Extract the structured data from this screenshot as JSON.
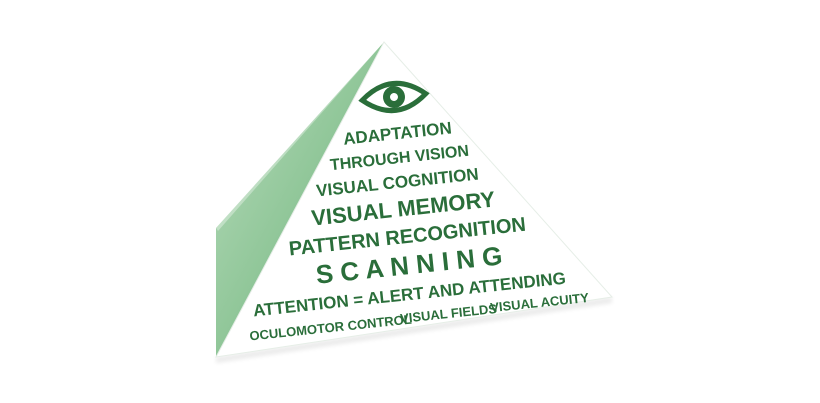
{
  "colors": {
    "text": "#2a6e3a",
    "face": "#ffffff",
    "side_light": "#b8dcbc",
    "side_dark": "#5a9e63",
    "eye": "#2a6e3a"
  },
  "eye_icon": "eye-icon",
  "levels": [
    {
      "id": "adaptation",
      "text": "ADAPTATION"
    },
    {
      "id": "through-vision",
      "text": "THROUGH VISION"
    },
    {
      "id": "visual-cognition",
      "text": "VISUAL COGNITION"
    },
    {
      "id": "visual-memory",
      "text": "VISUAL MEMORY"
    },
    {
      "id": "pattern-recognition",
      "text": "PATTERN RECOGNITION"
    },
    {
      "id": "scanning",
      "text": "S C A N N I N G"
    },
    {
      "id": "attention",
      "text": "ATTENTION = ALERT AND ATTENDING"
    }
  ],
  "base_items": [
    {
      "id": "oculomotor-control",
      "text": "OCULOMOTOR CONTROL"
    },
    {
      "id": "visual-fields",
      "text": "VISUAL FIELDS"
    },
    {
      "id": "visual-acuity",
      "text": "VISUAL ACUITY"
    }
  ]
}
